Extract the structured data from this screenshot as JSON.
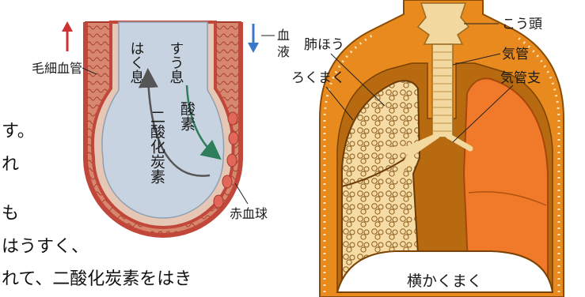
{
  "alveolus": {
    "capillary_label": "毛細血管",
    "blood_label": "血\n液",
    "exhale_label": "はく息",
    "inhale_label": "すう息",
    "co2_label": "二酸化炭素",
    "o2_label": "酸素",
    "rbc_label": "赤血球"
  },
  "lungs": {
    "larynx_label": "こう頭",
    "trachea_label": "気管",
    "bronchi_label": "気管支",
    "alveoli_label": "肺ほう",
    "pleura_label": "ろくまく",
    "diaphragm_label": "横かくまく"
  },
  "text_fragments": [
    "す。",
    "れ",
    "も",
    "はうすく、",
    "れて、二酸化炭素をはき"
  ],
  "colors": {
    "vessel_outer": "#c0473a",
    "vessel_inner": "#e2a089",
    "lumen": "#c7d3e0",
    "arrow_up": "#cc3333",
    "arrow_down": "#3a78c9",
    "o2_arrow": "#2e7d5b",
    "co2_arrow": "#555555",
    "body_orange": "#e98a1e",
    "cavity": "#b86a10",
    "right_lung": "#f07a2a",
    "left_lung": "#f5d28f",
    "trachea": "#f3d9a0"
  }
}
